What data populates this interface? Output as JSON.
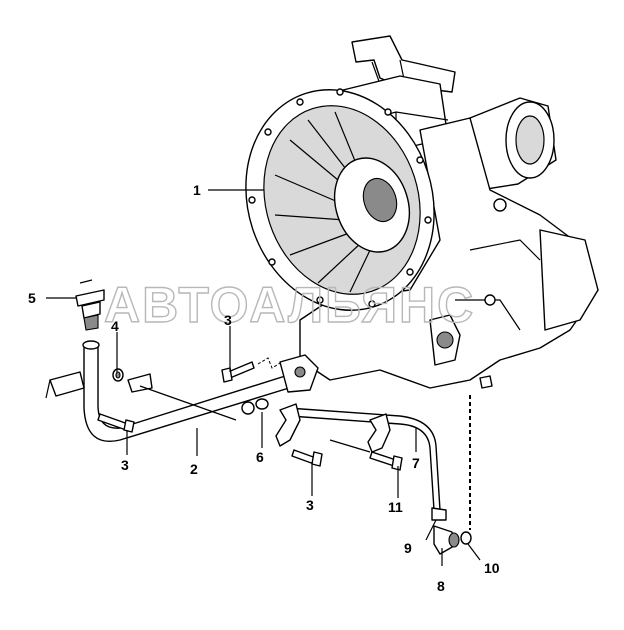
{
  "watermark": "АВТОАЛЬЯНС",
  "callouts": {
    "c1": "1",
    "c2": "2",
    "c3a": "3",
    "c3b": "3",
    "c3c": "3",
    "c4": "4",
    "c5": "5",
    "c6": "6",
    "c7": "7",
    "c8": "8",
    "c9": "9",
    "c10": "10",
    "c11": "11"
  }
}
